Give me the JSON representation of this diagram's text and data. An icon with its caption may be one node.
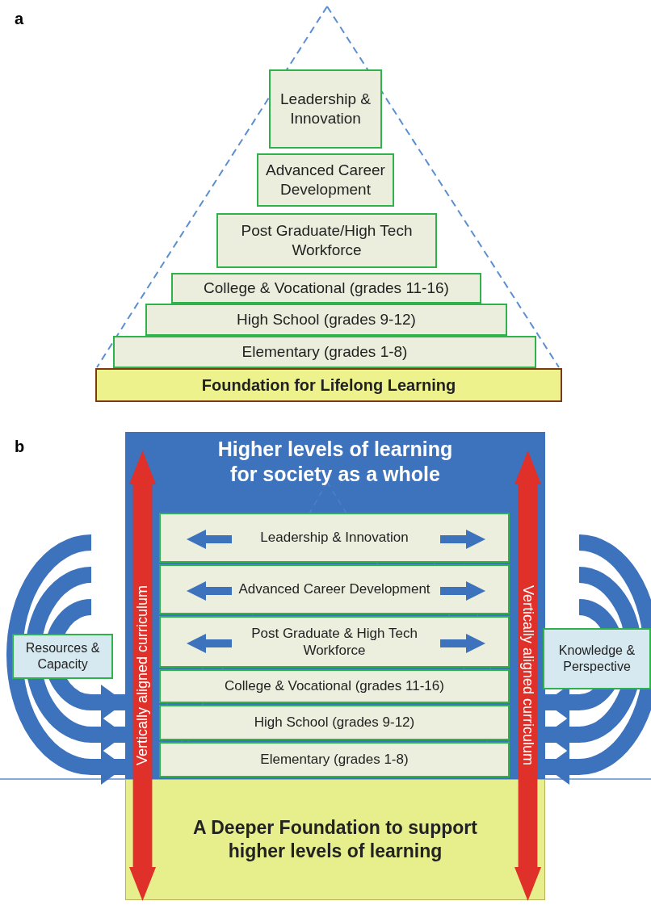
{
  "diagram": {
    "nodes": [
      {
        "text": [
          "Leadership & Innovation"
        ]
      },
      {
        "text": [
          "Advanced Career Development"
        ]
      },
      {
        "text": [
          "Post Graduate/High Tech Workforce"
        ]
      },
      {
        "text": [
          "College & Vocational (grades 11-16)"
        ]
      },
      {
        "text": [
          "High School (grades 9-12)"
        ]
      },
      {
        "text": [
          "Elementary (grades 1-8)"
        ]
      },
      {
        "text": [
          "Foundation for Lifelong Learning"
        ]
      },
      {
        "text": [
          "Higher levels of learning for society as a whole"
        ]
      },
      {
        "text": [
          "Leadership & Innovation"
        ],
        "in": 7
      },
      {
        "text": [
          "Advanced Career Development"
        ],
        "in": 7
      },
      {
        "text": [
          "Post Graduate & High Tech Workforce"
        ],
        "in": 7
      },
      {
        "text": [
          "College & Vocational (grades 11-16)"
        ],
        "in": 7
      },
      {
        "text": [
          "High School (grades 9-12)"
        ],
        "in": 7
      },
      {
        "text": [
          "Elementary (grades 1-8)"
        ],
        "in": 7
      },
      {
        "text": [
          "A Deeper Foundation to support higher levels of learning"
        ]
      },
      {
        "text": [
          "Resources & Capacity"
        ]
      },
      {
        "text": [
          "Knowledge & Perspective"
        ]
      },
      {
        "text": [
          "Vertically aligned curriculum"
        ]
      },
      {
        "text": [
          "Vertically aligned curriculum"
        ]
      }
    ],
    "edges": [
      {
        "from": null,
        "to": 7,
        "arrow": "to"
      },
      {
        "from": null,
        "to": 7,
        "arrow": "to"
      },
      {
        "from": null,
        "to": 7,
        "arrow": "to"
      },
      {
        "from": null,
        "to": 7,
        "arrow": "to"
      },
      {
        "from": null,
        "to": 7,
        "arrow": "to"
      },
      {
        "from": null,
        "to": 7,
        "arrow": "to"
      }
    ],
    "labels": [
      "a",
      "b"
    ]
  }
}
